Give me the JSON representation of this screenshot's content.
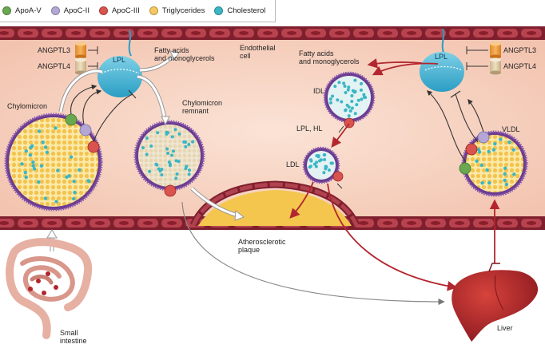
{
  "legend": [
    {
      "label": "ApoA-V",
      "color": "#6aa84f"
    },
    {
      "label": "ApoC-II",
      "color": "#b4a7d6"
    },
    {
      "label": "ApoC-III",
      "color": "#d9534f"
    },
    {
      "label": "Triglycerides",
      "color": "#f6c85f"
    },
    {
      "label": "Cholesterol",
      "color": "#3bb6c4"
    }
  ],
  "labels": {
    "angptl3_left": "ANGPTL3",
    "angptl4_left": "ANGPTL4",
    "lpl_left": "LPL",
    "fatty_acids_left": "Fatty acids\nand monoglycerols",
    "endothelial": "Endothelial\ncell",
    "chylomicron": "Chylomicron",
    "chylomicron_remnant": "Chylomicron\nremnant",
    "fatty_acids_right": "Fatty acids\nand monoglycerols",
    "idl": "IDL",
    "lpl_hl": "LPL, HL",
    "ldl": "LDL",
    "lpl_right": "LPL",
    "angptl3_right": "ANGPTL3",
    "angptl4_right": "ANGPTL4",
    "vldl": "VLDL",
    "atherosclerotic": "Atherosclerotic\nplaque",
    "small_intestine": "Small\nintestine",
    "liver": "Liver"
  },
  "colors": {
    "vessel_lumen": "#f6d3c4",
    "vessel_wall": "#9c2a3a",
    "plaque": "#f4c64e",
    "lpl": "#4fb8d6",
    "liver": "#b3242b",
    "arrow_red": "#b3262f"
  }
}
